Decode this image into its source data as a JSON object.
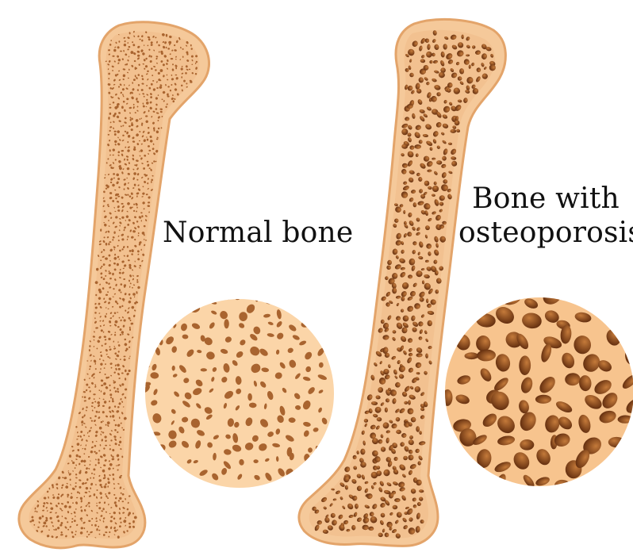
{
  "labels": {
    "normal": "Normal bone",
    "osteo_line1": "Bone with",
    "osteo_line2": "osteoporosis"
  },
  "colors": {
    "background": "#ffffff",
    "bone_fill": "#f5c99a",
    "bone_outline": "#e3a46a",
    "normal_pore": "#a9642f",
    "osteo_pore_dark": "#5e2a0c",
    "osteo_pore_light": "#b86a2c",
    "magnified_fill": "#fbd5a8"
  },
  "icons": {
    "normal_bone": "femur-icon",
    "osteo_bone": "femur-icon",
    "normal_detail": "magnified-trabecular-bone",
    "osteo_detail": "magnified-porous-bone"
  }
}
